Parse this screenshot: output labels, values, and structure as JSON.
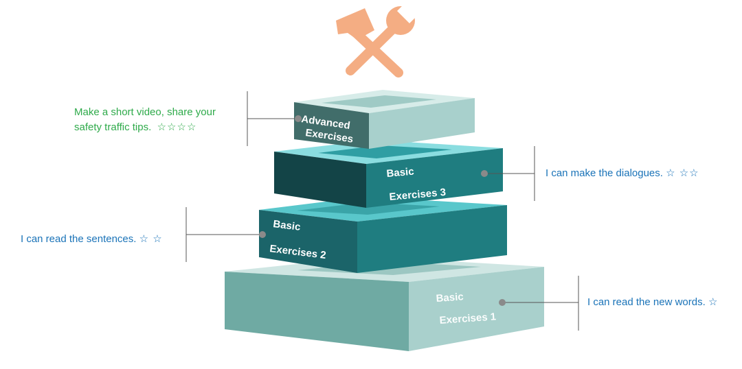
{
  "tools_icon": "hammer-and-wrench-icon",
  "colors": {
    "tools": "#F4AD83",
    "annotation_green": "#2EAA4A",
    "annotation_blue": "#1A73B8",
    "tier_dark": "#1E7B80",
    "tier_light": "#9ECFCB"
  },
  "tiers": [
    {
      "id": "advanced",
      "line1": "Advanced",
      "line2": "Exercises",
      "annotation": {
        "text": "Make a short video, share your",
        "text2": "safety traffic tips.",
        "stars": "☆☆☆☆"
      }
    },
    {
      "id": "basic3",
      "line1": "Basic",
      "line2": "Exercises 3",
      "annotation": {
        "text": "I can make the dialogues.",
        "stars": "☆ ☆☆"
      }
    },
    {
      "id": "basic2",
      "line1": "Basic",
      "line2": "Exercises 2",
      "annotation": {
        "text": "I can read the sentences.",
        "stars": "☆ ☆"
      }
    },
    {
      "id": "basic1",
      "line1": "Basic",
      "line2": "Exercises 1",
      "annotation": {
        "text": "I can read the new words.",
        "stars": "☆"
      }
    }
  ]
}
